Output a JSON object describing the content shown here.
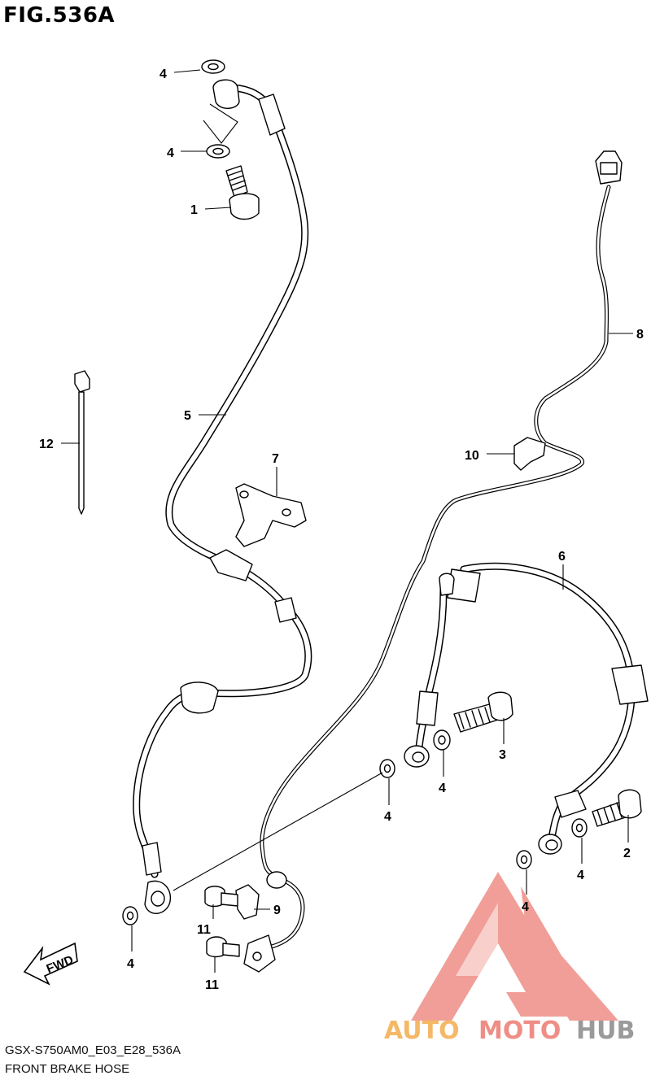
{
  "figure": {
    "title": "FIG.536A",
    "part_code": "GSX-S750AM0_E03_E28_536A",
    "description": "FRONT BRAKE HOSE",
    "fwd_label": "FWD"
  },
  "callouts": [
    {
      "id": "c-4a",
      "label": "4"
    },
    {
      "id": "c-4b",
      "label": "4"
    },
    {
      "id": "c-1",
      "label": "1"
    },
    {
      "id": "c-5",
      "label": "5"
    },
    {
      "id": "c-12",
      "label": "12"
    },
    {
      "id": "c-7",
      "label": "7"
    },
    {
      "id": "c-8",
      "label": "8"
    },
    {
      "id": "c-10",
      "label": "10"
    },
    {
      "id": "c-6",
      "label": "6"
    },
    {
      "id": "c-3",
      "label": "3"
    },
    {
      "id": "c-4c",
      "label": "4"
    },
    {
      "id": "c-4d",
      "label": "4"
    },
    {
      "id": "c-2",
      "label": "2"
    },
    {
      "id": "c-4e",
      "label": "4"
    },
    {
      "id": "c-4f",
      "label": "4"
    },
    {
      "id": "c-9",
      "label": "9"
    },
    {
      "id": "c-11a",
      "label": "11"
    },
    {
      "id": "c-11b",
      "label": "11"
    },
    {
      "id": "c-4g",
      "label": "4"
    }
  ],
  "watermark": {
    "brand_part1": "AUTO",
    "brand_part2": "MOTO",
    "brand_part3": "HUB",
    "color_orange": "#f5b866",
    "color_red": "#ee8e86",
    "color_gray": "#9a9a9a"
  }
}
